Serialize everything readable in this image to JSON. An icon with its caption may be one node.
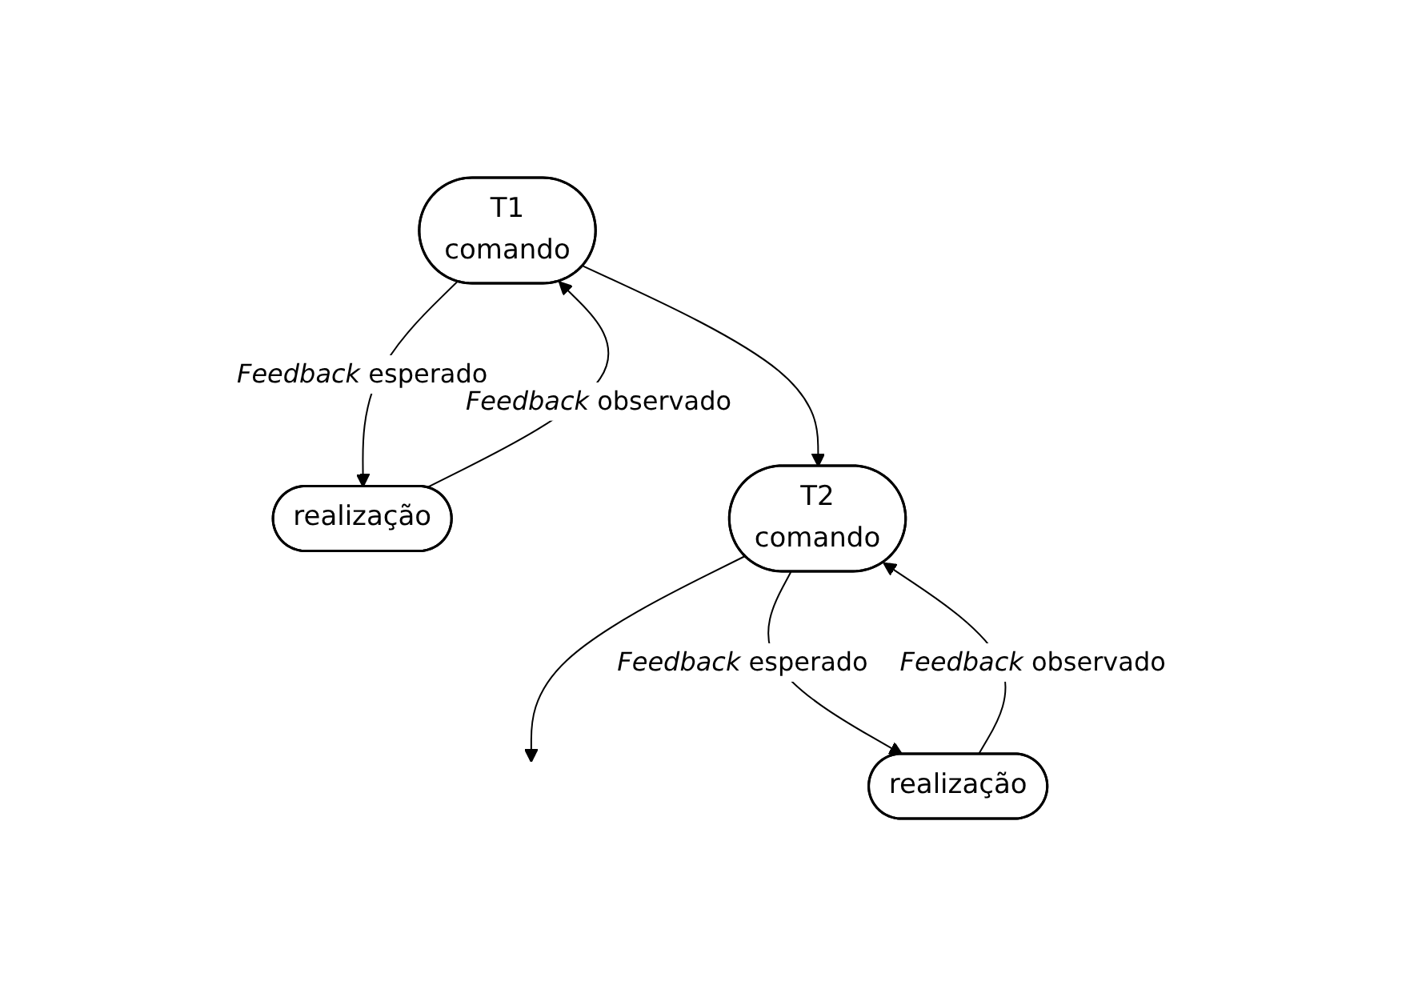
{
  "diagram": {
    "nodes": [
      {
        "text": [
          "T1",
          "comando"
        ]
      },
      {
        "text": [
          "realização"
        ]
      },
      {
        "text": [
          "T2",
          "comando"
        ]
      },
      {
        "text": [
          "realização"
        ]
      }
    ],
    "edges": [
      {
        "from": 0,
        "to": 2,
        "arrow": "to"
      },
      {
        "from": 2,
        "to": null,
        "arrow": "to"
      },
      {
        "from": 0,
        "to": 1,
        "label": "*Feedback* esperado",
        "arrow": "to"
      },
      {
        "from": 1,
        "to": 0,
        "label": "*Feedback* observado",
        "arrow": "to"
      },
      {
        "from": 2,
        "to": 3,
        "label": "*Feedback* esperado",
        "arrow": "to"
      },
      {
        "from": 3,
        "to": 2,
        "label": "*Feedback* observado",
        "arrow": "to"
      }
    ]
  }
}
